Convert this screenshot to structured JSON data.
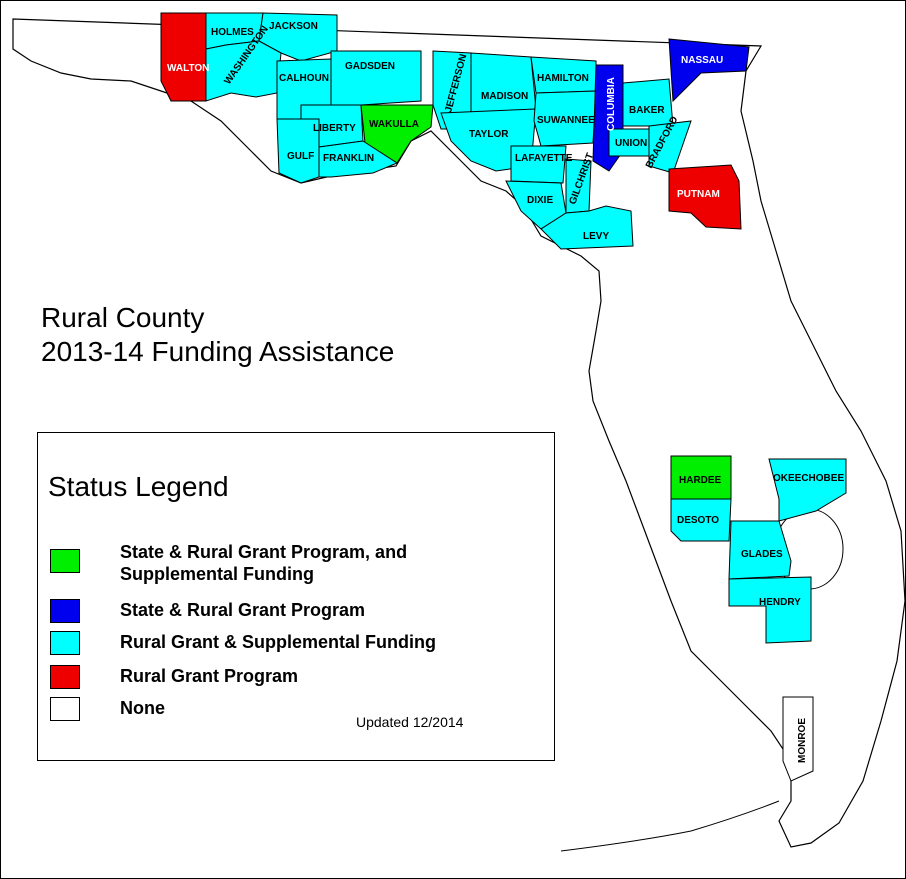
{
  "title": {
    "line1": "Rural County",
    "line2": "2013-14 Funding Assistance"
  },
  "colors": {
    "green": "#00ee00",
    "blue": "#0000ee",
    "cyan": "#00ffff",
    "red": "#ee0000",
    "none": "#ffffff",
    "outline": "#000000"
  },
  "legend": {
    "title": "Status Legend",
    "items": [
      {
        "label_line1": "State & Rural Grant Program, and",
        "label_line2": "Supplemental Funding",
        "color": "#00ee00"
      },
      {
        "label_line1": "State & Rural Grant Program",
        "label_line2": "",
        "color": "#0000ee"
      },
      {
        "label_line1": "Rural Grant & Supplemental Funding",
        "label_line2": "",
        "color": "#00ffff"
      },
      {
        "label_line1": "Rural Grant Program",
        "label_line2": "",
        "color": "#ee0000"
      },
      {
        "label_line1": "None",
        "label_line2": "",
        "color": "#ffffff"
      }
    ],
    "updated": "Updated 12/2014"
  },
  "counties": [
    {
      "name": "WALTON",
      "status": "Rural Grant Program",
      "light": true
    },
    {
      "name": "HOLMES",
      "status": "Rural Grant & Supplemental Funding",
      "light": false
    },
    {
      "name": "JACKSON",
      "status": "Rural Grant & Supplemental Funding",
      "light": false
    },
    {
      "name": "WASHINGTON",
      "status": "Rural Grant & Supplemental Funding",
      "light": false
    },
    {
      "name": "CALHOUN",
      "status": "Rural Grant & Supplemental Funding",
      "light": false
    },
    {
      "name": "GADSDEN",
      "status": "Rural Grant & Supplemental Funding",
      "light": false
    },
    {
      "name": "LIBERTY",
      "status": "Rural Grant & Supplemental Funding",
      "light": false
    },
    {
      "name": "WAKULLA",
      "status": "State & Rural Grant Program, and Supplemental Funding",
      "light": false
    },
    {
      "name": "GULF",
      "status": "Rural Grant & Supplemental Funding",
      "light": false
    },
    {
      "name": "FRANKLIN",
      "status": "Rural Grant & Supplemental Funding",
      "light": false
    },
    {
      "name": "JEFFERSON",
      "status": "Rural Grant & Supplemental Funding",
      "light": false
    },
    {
      "name": "MADISON",
      "status": "Rural Grant & Supplemental Funding",
      "light": false
    },
    {
      "name": "TAYLOR",
      "status": "Rural Grant & Supplemental Funding",
      "light": false
    },
    {
      "name": "HAMILTON",
      "status": "Rural Grant & Supplemental Funding",
      "light": false
    },
    {
      "name": "SUWANNEE",
      "status": "Rural Grant & Supplemental Funding",
      "light": false
    },
    {
      "name": "LAFAYETTE",
      "status": "Rural Grant & Supplemental Funding",
      "light": false
    },
    {
      "name": "DIXIE",
      "status": "Rural Grant & Supplemental Funding",
      "light": false
    },
    {
      "name": "GILCHRIST",
      "status": "Rural Grant & Supplemental Funding",
      "light": false
    },
    {
      "name": "LEVY",
      "status": "Rural Grant & Supplemental Funding",
      "light": false
    },
    {
      "name": "COLUMBIA",
      "status": "State & Rural Grant Program",
      "light": true
    },
    {
      "name": "BAKER",
      "status": "Rural Grant & Supplemental Funding",
      "light": false
    },
    {
      "name": "UNION",
      "status": "Rural Grant & Supplemental Funding",
      "light": false
    },
    {
      "name": "BRADFORD",
      "status": "Rural Grant & Supplemental Funding",
      "light": false
    },
    {
      "name": "NASSAU",
      "status": "State & Rural Grant Program",
      "light": true
    },
    {
      "name": "PUTNAM",
      "status": "Rural Grant Program",
      "light": true
    },
    {
      "name": "HARDEE",
      "status": "State & Rural Grant Program, and Supplemental Funding",
      "light": false
    },
    {
      "name": "DESOTO",
      "status": "Rural Grant & Supplemental Funding",
      "light": false
    },
    {
      "name": "OKEECHOBEE",
      "status": "Rural Grant & Supplemental Funding",
      "light": false
    },
    {
      "name": "GLADES",
      "status": "Rural Grant & Supplemental Funding",
      "light": false
    },
    {
      "name": "HENDRY",
      "status": "Rural Grant & Supplemental Funding",
      "light": false
    },
    {
      "name": "MONROE",
      "status": "None",
      "light": false
    }
  ]
}
